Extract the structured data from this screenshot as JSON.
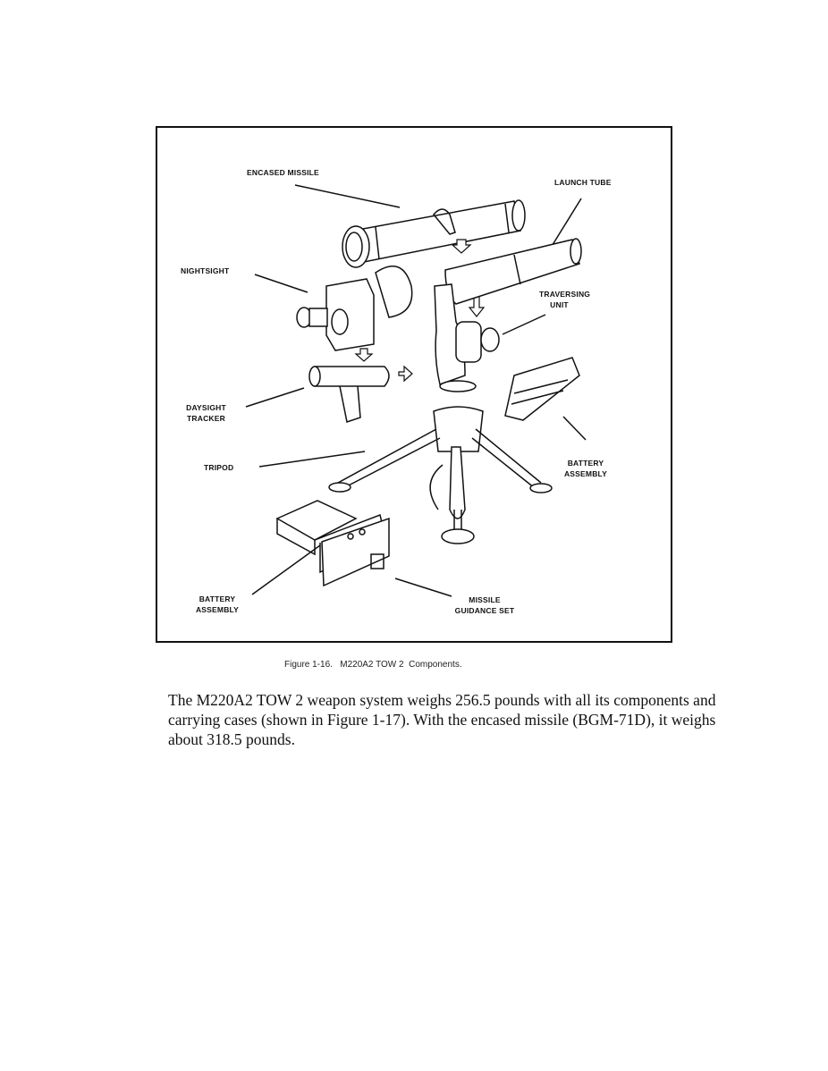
{
  "figure": {
    "labels": {
      "encased_missile": "ENCASED MISSILE",
      "launch_tube": "LAUNCH TUBE",
      "nightsight": "NIGHTSIGHT",
      "traversing_unit": "TRAVERSING UNIT",
      "daysight_tracker": "DAYSIGHT TRACKER",
      "battery_assembly_right": "BATTERY ASSEMBLY",
      "tripod": "TRIPOD",
      "battery_assembly_left": "BATTERY ASSEMBLY",
      "missile_guidance_set": "MISSILE GUIDANCE SET"
    },
    "caption": "Figure 1-16.   M220A2 TOW 2  Components."
  },
  "body_text": "The M220A2 TOW 2 weapon system weighs 256.5 pounds with all its components and carrying cases (shown in Figure 1-17). With the encased missile (BGM-71D), it weighs about 318.5 pounds."
}
